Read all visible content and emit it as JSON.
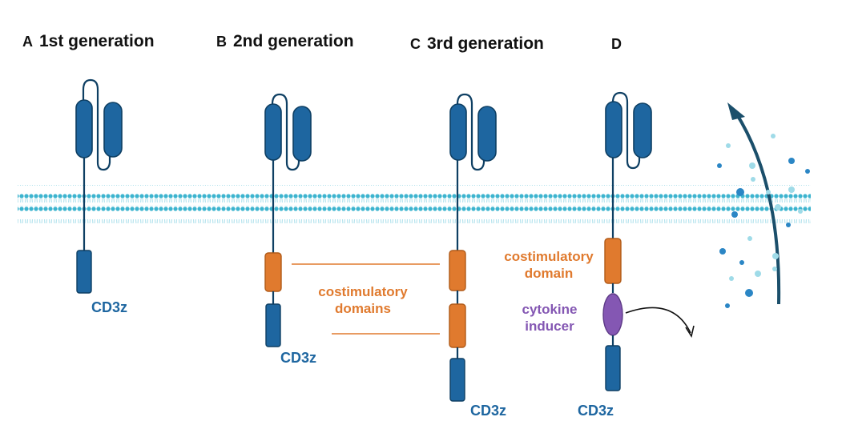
{
  "panels": [
    {
      "letter": "A",
      "title": "1st generation"
    },
    {
      "letter": "B",
      "title": "2nd generation"
    },
    {
      "letter": "C",
      "title": "3rd generation"
    },
    {
      "letter": "D",
      "title": ""
    }
  ],
  "labels": {
    "cd3z": "CD3z",
    "costim_domains_line1": "costimulatory",
    "costim_domains_line2": "domains",
    "costim_domain_line1": "costimulatory",
    "costim_domain_line2": "domain",
    "cytokine_line1": "cytokine",
    "cytokine_line2": "inducer"
  },
  "colors": {
    "receptor_blue": "#1e66a0",
    "receptor_outline": "#0e3f63",
    "costim_orange": "#e07a2e",
    "cytokine_purple": "#8457b3",
    "membrane_head": "#3db4cf",
    "membrane_tail": "#9fdbe8",
    "arrow_navy": "#1b4f6b",
    "cytokine_dot": "#2b86c5"
  }
}
